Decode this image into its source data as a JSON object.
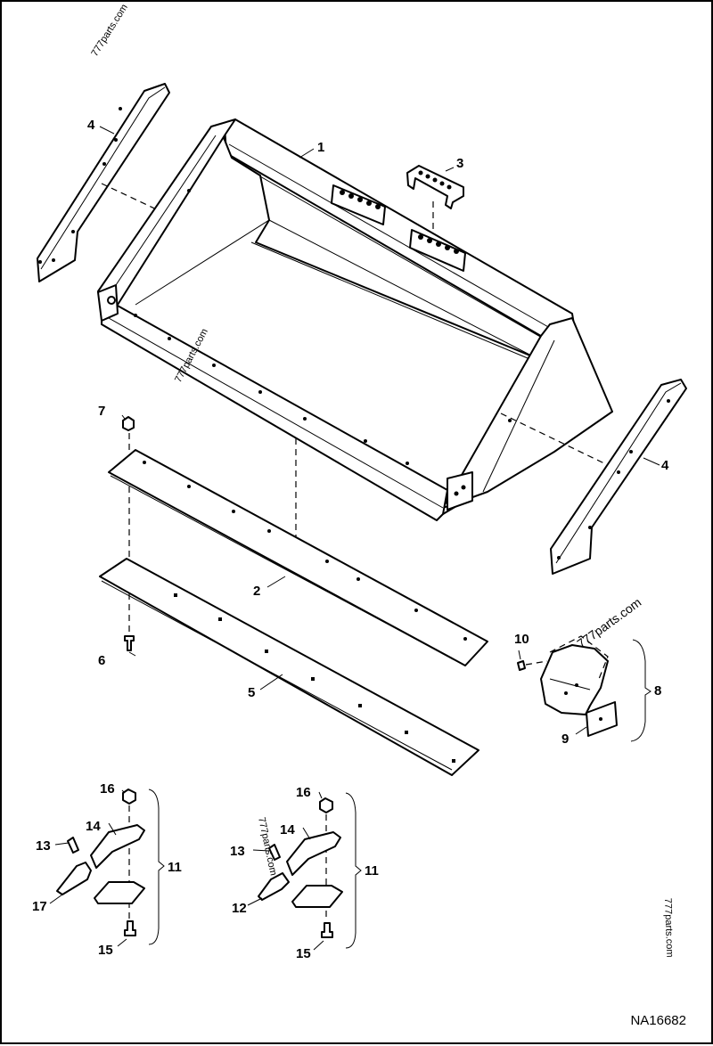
{
  "drawing_id": "NA16682",
  "watermarks": [
    "777parts.com",
    "777parts.com",
    "777parts.com",
    "777parts.com",
    "777parts.com"
  ],
  "callouts": {
    "c1": "1",
    "c2": "2",
    "c3": "3",
    "c4a": "4",
    "c4b": "4",
    "c5": "5",
    "c6": "6",
    "c7": "7",
    "c8": "8",
    "c9": "9",
    "c10": "10",
    "c11a": "11",
    "c11b": "11",
    "c12": "12",
    "c13a": "13",
    "c13b": "13",
    "c14a": "14",
    "c14b": "14",
    "c15a": "15",
    "c15b": "15",
    "c16a": "16",
    "c16b": "16",
    "c17": "17"
  }
}
